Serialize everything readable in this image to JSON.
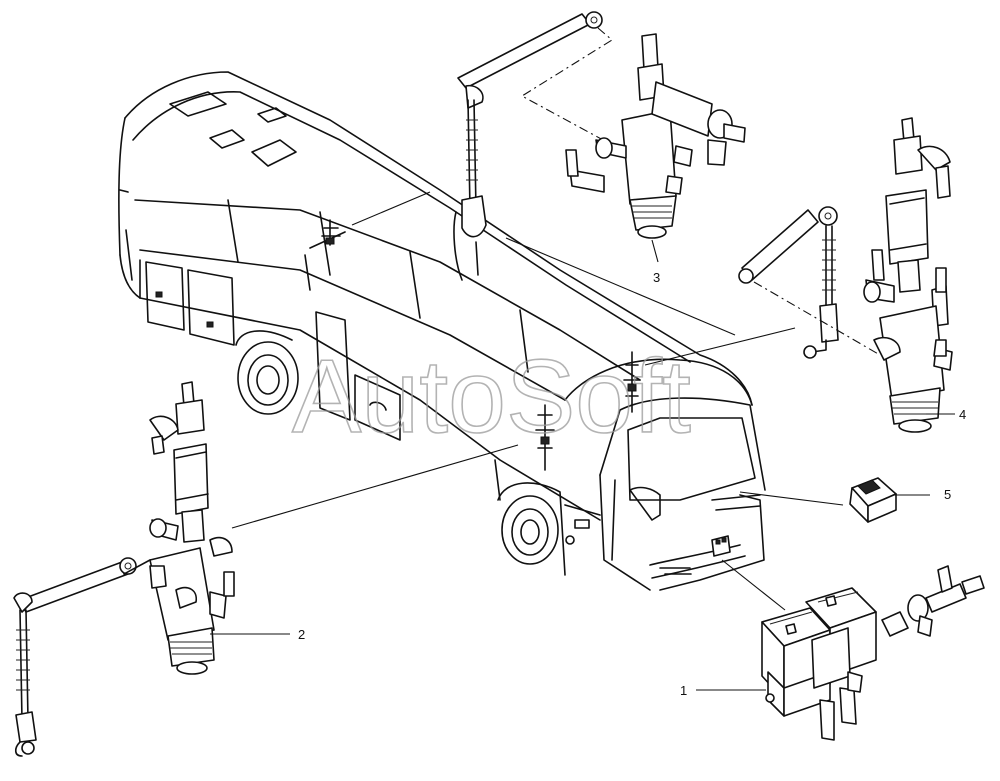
{
  "watermark": "AutoSoft",
  "callouts": [
    {
      "id": "1",
      "label": "1"
    },
    {
      "id": "2",
      "label": "2"
    },
    {
      "id": "3",
      "label": "3"
    },
    {
      "id": "4",
      "label": "4"
    },
    {
      "id": "5",
      "label": "5"
    }
  ],
  "icons": {
    "bus": "bus-outline-icon",
    "valve": "level-valve-icon",
    "solenoid": "solenoid-valve-icon",
    "switch": "switch-icon"
  }
}
